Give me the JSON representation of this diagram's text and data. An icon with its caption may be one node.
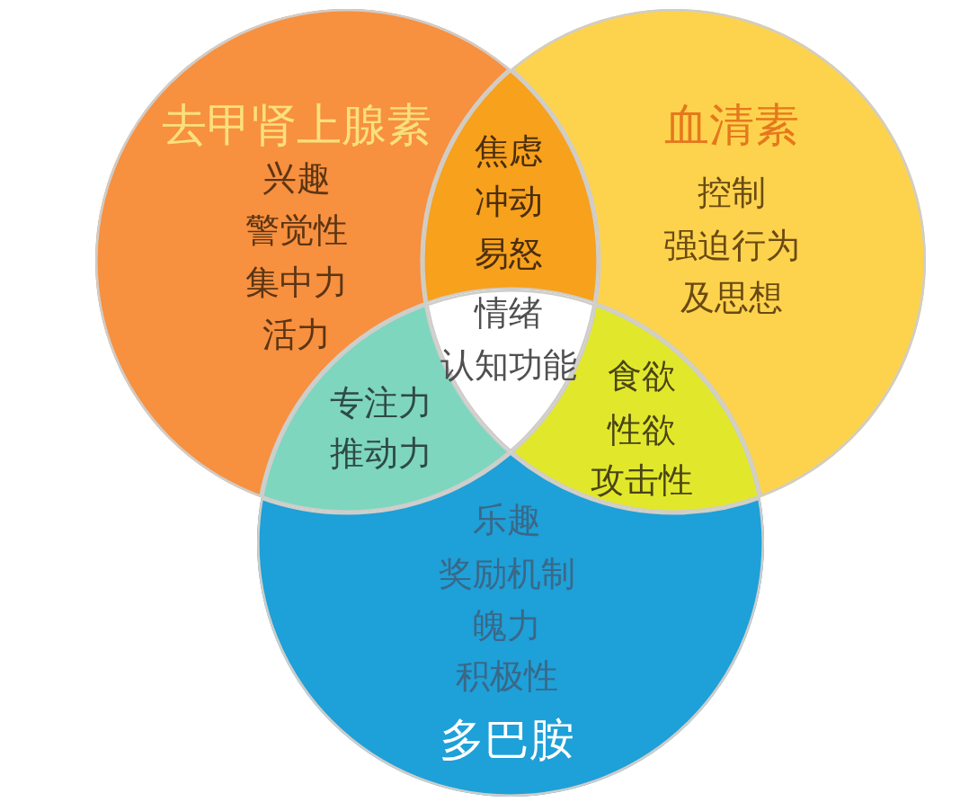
{
  "diagram": {
    "nodes": [
      {
        "text": [
          "去甲肾上腺素",
          "兴趣",
          "警觉性",
          "集中力",
          "活力"
        ]
      },
      {
        "text": [
          "焦虑",
          "冲动",
          "易怒"
        ]
      },
      {
        "text": [
          "血清素",
          "控制",
          "强迫行为及思想"
        ]
      },
      {
        "text": [
          "情绪",
          "认知功能"
        ]
      },
      {
        "text": [
          "专注力",
          "推动力"
        ]
      },
      {
        "text": [
          "食欲",
          "性欲",
          "攻击性"
        ]
      },
      {
        "text": [
          "乐趣",
          "奖励机制",
          "魄力",
          "积极性",
          "多巴胺"
        ]
      }
    ]
  }
}
